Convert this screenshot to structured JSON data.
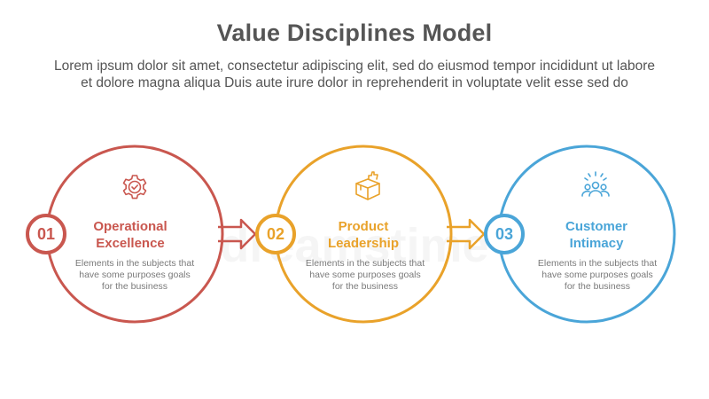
{
  "title": "Value Disciplines Model",
  "subtitle": [
    "Lorem ipsum dolor sit amet, consectetur adipiscing elit, sed do eiusmod tempor incididunt ut labore",
    "et dolore magna aliqua Duis aute irure dolor in reprehenderit in voluptate velit esse sed do"
  ],
  "watermark": "dreamstime",
  "steps": [
    {
      "number": "01",
      "title": [
        "Operational",
        "Excellence"
      ],
      "description": [
        "Elements in the subjects that",
        "have  some purposes goals",
        "for the  business"
      ],
      "icon": "gear-check-icon",
      "color": "#c9574f"
    },
    {
      "number": "02",
      "title": [
        "Product",
        "Leadership"
      ],
      "description": [
        "Elements in the subjects that",
        "have  some purposes goals",
        "for the  business"
      ],
      "icon": "box-thumbs-up-icon",
      "color": "#e9a22a"
    },
    {
      "number": "03",
      "title": [
        "Customer",
        "Intimacy"
      ],
      "description": [
        "Elements in the subjects that",
        "have  some purposes goals",
        "for the  business"
      ],
      "icon": "people-group-icon",
      "color": "#4aa5d8"
    }
  ]
}
